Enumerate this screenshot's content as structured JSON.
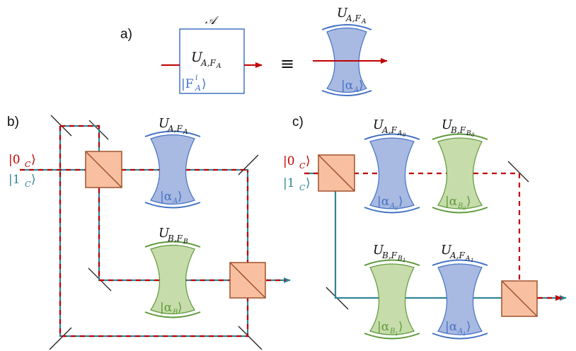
{
  "panel_labels": {
    "a": "a)",
    "b": "b)",
    "c": "c)"
  },
  "box_label": "𝒜",
  "equiv_symbol": "≡",
  "states": {
    "zero": "|0",
    "one": "|1",
    "sub": "C",
    "close": "⟩"
  },
  "operator": {
    "U": "U"
  },
  "colors": {
    "red": "#c00000",
    "teal": "#2f8597",
    "blue_fill": "#a8b9e2",
    "blue_edge": "#4472c4",
    "green_fill": "#c6dcaa",
    "green_edge": "#5e9a3a",
    "bs_fill": "#f8c0a0",
    "bs_edge": "#a0522d"
  }
}
